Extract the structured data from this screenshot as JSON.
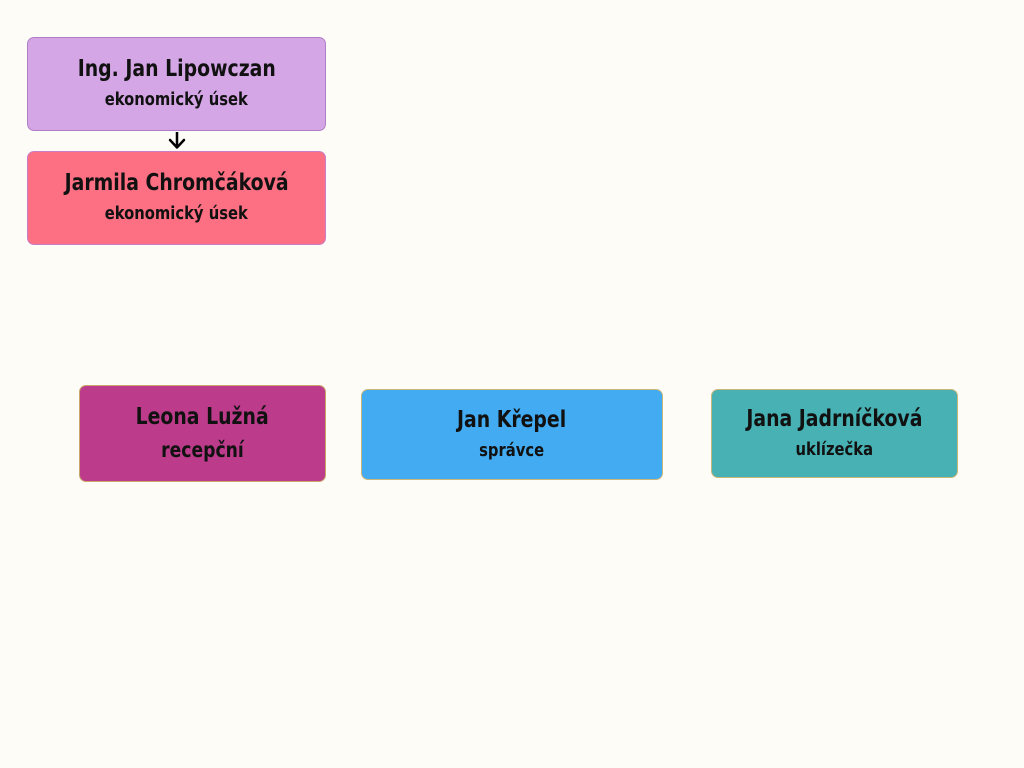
{
  "nodes": [
    {
      "name": "Ing. Jan Lipowczan",
      "role": "ekonomický úsek",
      "color": "#d5a6e6"
    },
    {
      "name": "Jarmila Chromčáková",
      "role": "ekonomický úsek",
      "color": "#fd6f82"
    },
    {
      "name": "Leona Lužná",
      "role": "recepční",
      "color": "#bc3c8b"
    },
    {
      "name": "Jan Křepel",
      "role": "správce",
      "color": "#42abf2"
    },
    {
      "name": "Jana Jadrníčková",
      "role": "uklízečka",
      "color": "#47b1b3"
    }
  ],
  "edges": [
    {
      "from": "Ing. Jan Lipowczan",
      "to": "Jarmila Chromčáková"
    }
  ]
}
